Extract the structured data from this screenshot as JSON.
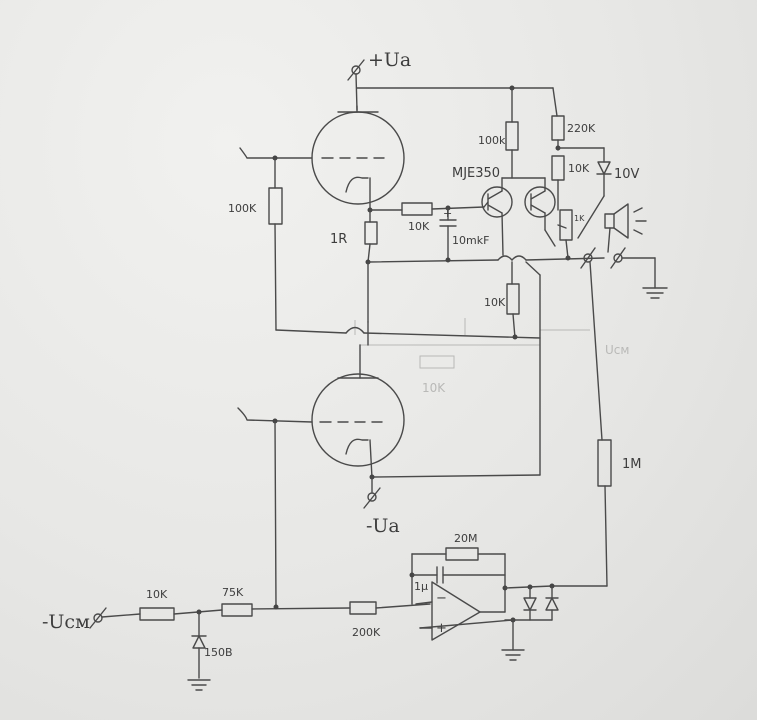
{
  "supply": {
    "plus_anode": "+Ua",
    "minus_anode": "-Ua",
    "minus_bias": "-Uсм"
  },
  "components": {
    "r_grid_100k": "100K",
    "r_1r": "1R",
    "r_10k_series": "10K",
    "c_10mkf": "10mkF",
    "transistor": "MJE350",
    "r_100k_top": "100k",
    "r_220k": "220K",
    "r_10k_divider": "10K",
    "zener_10v": "10V",
    "pot_1k": "1K",
    "r_10k_lower": "10K",
    "r_1m": "1M",
    "r_20m": "20M",
    "c_1mk": "1μ",
    "r_10k_input": "10K",
    "r_75k": "75K",
    "r_200k": "200K",
    "zener_150v": "150В"
  },
  "opamp": {
    "minus_sign": "−",
    "plus_sign": "+"
  },
  "faint_marks": {
    "faint_10k": "10K",
    "faint_label": "Uсм"
  },
  "colors": {
    "ink": "#4a4a4a",
    "paper": "#ececea"
  }
}
